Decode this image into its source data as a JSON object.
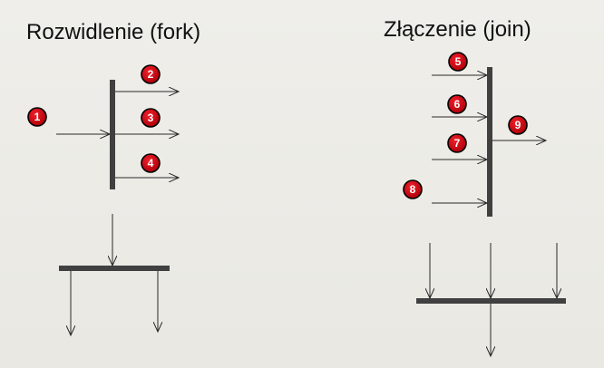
{
  "titles": {
    "fork": "Rozwidlenie (fork)",
    "join": "Złączenie (join)"
  },
  "badges": {
    "b1": "1",
    "b2": "2",
    "b3": "3",
    "b4": "4",
    "b5": "5",
    "b6": "6",
    "b7": "7",
    "b8": "8",
    "b9": "9"
  },
  "colors": {
    "background": "#ecebe6",
    "bar": "#404040",
    "line": "#2a2a2a",
    "badge_fill": "#c8000a",
    "badge_text": "#ffffff"
  }
}
